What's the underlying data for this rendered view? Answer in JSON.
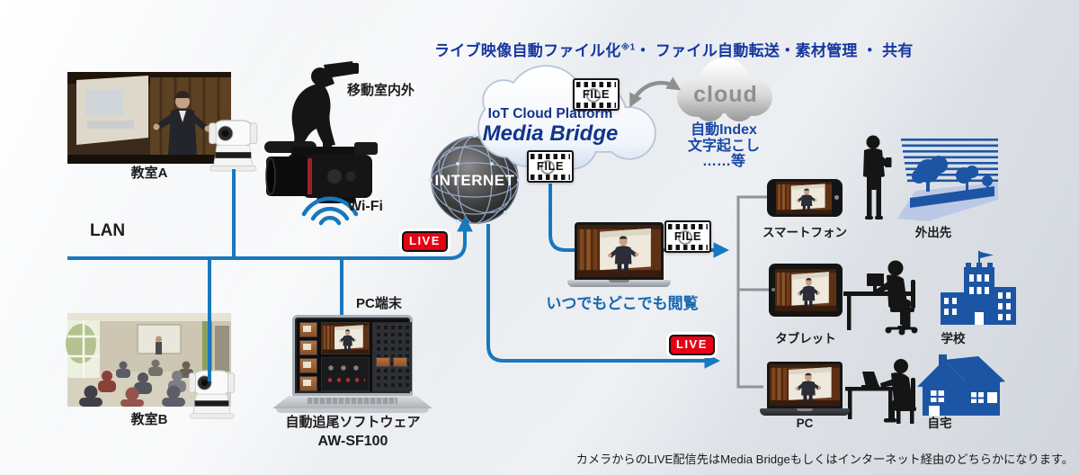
{
  "title": {
    "part1": "ライブ映像自動ファイル化",
    "sup": "※1",
    "part2": "・ ファイル自動転送・素材管理 ・ 共有"
  },
  "sources": {
    "classroom_a": "教室A",
    "classroom_b": "教室B",
    "mobile": "移動室内外",
    "wifi": "Wi-Fi",
    "lan": "LAN",
    "pc_terminal": "PC端末",
    "tracking_line1": "自動追尾ソフトウェア",
    "tracking_line2": "AW-SF100"
  },
  "network": {
    "internet": "INTERNET",
    "live": "LIVE",
    "file": "FILE"
  },
  "cloud": {
    "platform": "IoT Cloud Platform",
    "product": "Media Bridge",
    "external": "cloud",
    "service_line1": "自動Index",
    "service_line2": "文字起こし",
    "service_line3": "……等"
  },
  "viewing": {
    "caption": "いつでもどこでも閲覧",
    "device_smartphone": "スマートフォン",
    "device_tablet": "タブレット",
    "device_pc": "PC",
    "location_out": "外出先",
    "location_school": "学校",
    "location_home": "自宅"
  },
  "footnote": "カメラからのLIVE配信先はMedia Bridgeもしくはインターネット経由のどちらかになります。",
  "colors": {
    "line_blue": "#1878be",
    "title_navy": "#17379e",
    "logo_navy": "#12348a",
    "caption_blue": "#1766ae",
    "services_blue": "#1847a5",
    "live_red": "#e60012",
    "silhouette_blue": "#1d55a5",
    "cloud_gray": "#8f8f8f"
  }
}
